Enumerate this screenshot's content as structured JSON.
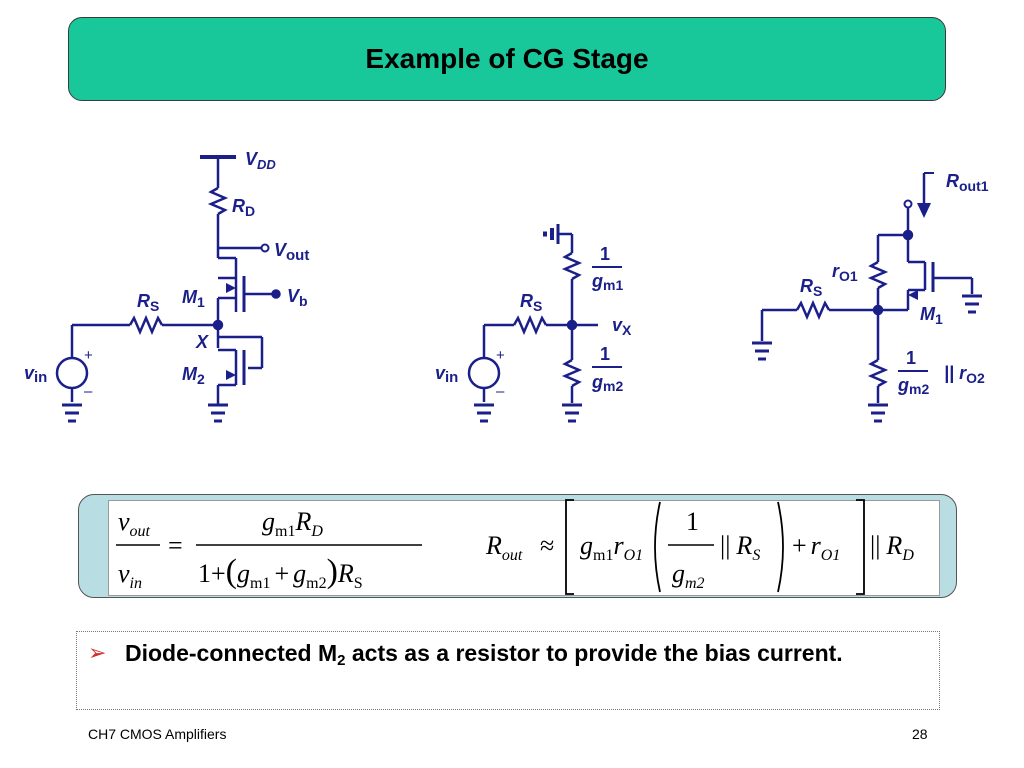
{
  "slide": {
    "title": "Example of CG Stage",
    "note": {
      "text_before": "Diode-connected M",
      "subscript": "2",
      "text_after": " acts as a resistor to provide the bias current."
    },
    "footer_left": "CH7 CMOS Amplifiers",
    "page_number": "28"
  },
  "circuit1": {
    "vdd": "V",
    "vdd_sub": "DD",
    "rd": "R",
    "rd_sub": "D",
    "vout": "V",
    "vout_sub": "out",
    "m1": "M",
    "m1_sub": "1",
    "vb": "V",
    "vb_sub": "b",
    "rs": "R",
    "rs_sub": "S",
    "x": "X",
    "m2": "M",
    "m2_sub": "2",
    "vin": "v",
    "vin_sub": "in",
    "plus": "+",
    "minus": "–"
  },
  "circuit2": {
    "top_num": "1",
    "top_den": "g",
    "top_den_sub": "m1",
    "rs": "R",
    "rs_sub": "S",
    "vx": "v",
    "vx_sub": "X",
    "bot_num": "1",
    "bot_den": "g",
    "bot_den_sub": "m2",
    "vin": "v",
    "vin_sub": "in",
    "plus": "+",
    "minus": "–"
  },
  "circuit3": {
    "rout": "R",
    "rout_sub": "out1",
    "ro": "r",
    "ro_sub": "O1",
    "rs": "R",
    "rs_sub": "S",
    "m1": "M",
    "m1_sub": "1",
    "bot_num": "1",
    "bot_den": "g",
    "bot_den_sub": "m2",
    "par": "|| r",
    "par_sub": "O2"
  },
  "equations": {
    "gain": {
      "lhs_num": "v",
      "lhs_num_sub": "out",
      "lhs_den": "v",
      "lhs_den_sub": "in",
      "eq": "=",
      "rhs_num_g": "g",
      "rhs_num_g_sub": "m1",
      "rhs_num_r": "R",
      "rhs_num_r_sub": "D",
      "rhs_den_one": "1+",
      "rhs_den_g1": "g",
      "rhs_den_g1_sub": "m1",
      "rhs_den_plus": "+",
      "rhs_den_g2": "g",
      "rhs_den_g2_sub": "m2",
      "rhs_den_r": "R",
      "rhs_den_r_sub": "S"
    },
    "rout": {
      "lhs": "R",
      "lhs_sub": "out",
      "approx": "≈",
      "g": "g",
      "g_sub": "m1",
      "r": "r",
      "r_sub": "O1",
      "frac_num": "1",
      "frac_den": "g",
      "frac_den_sub": "m2",
      "par1": "||",
      "rs": "R",
      "rs_sub": "S",
      "plus": "+",
      "ro": "r",
      "ro_sub": "O1",
      "par2": "||",
      "rd": "R",
      "rd_sub": "D"
    }
  },
  "colors": {
    "title_bg": "#19c89a",
    "wire": "#1a1f8a",
    "eq_box": "#b8dde2",
    "bullet": "#d0302c"
  }
}
